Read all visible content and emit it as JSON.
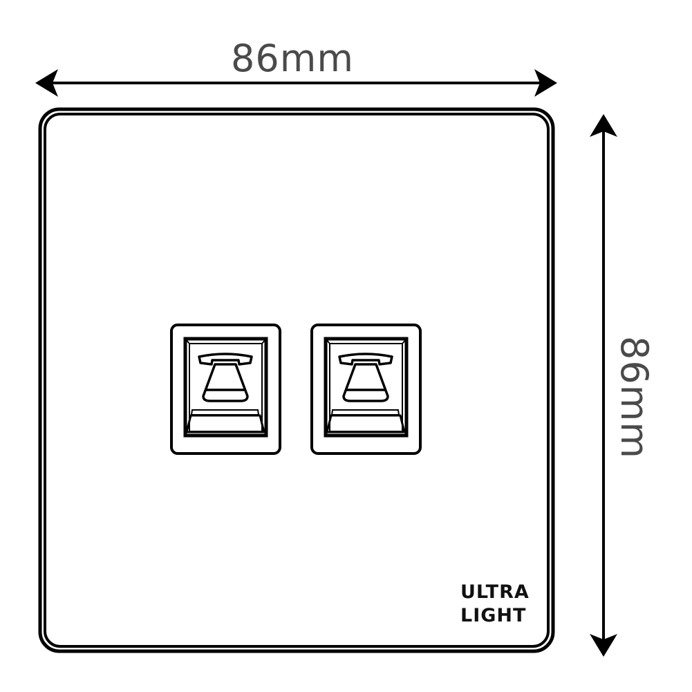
{
  "dimensions": {
    "width_label": "86mm",
    "height_label": "86mm"
  },
  "plate": {
    "brand_line1": "ULTRA",
    "brand_line2": "LIGHT",
    "outline_color": "#000000",
    "background": "#ffffff"
  },
  "sockets": [
    {
      "type": "telephone-socket",
      "icon": "telephone-icon"
    },
    {
      "type": "telephone-socket",
      "icon": "telephone-icon"
    }
  ],
  "colors": {
    "dimension_text": "#4a4a4a",
    "lines": "#000000"
  }
}
